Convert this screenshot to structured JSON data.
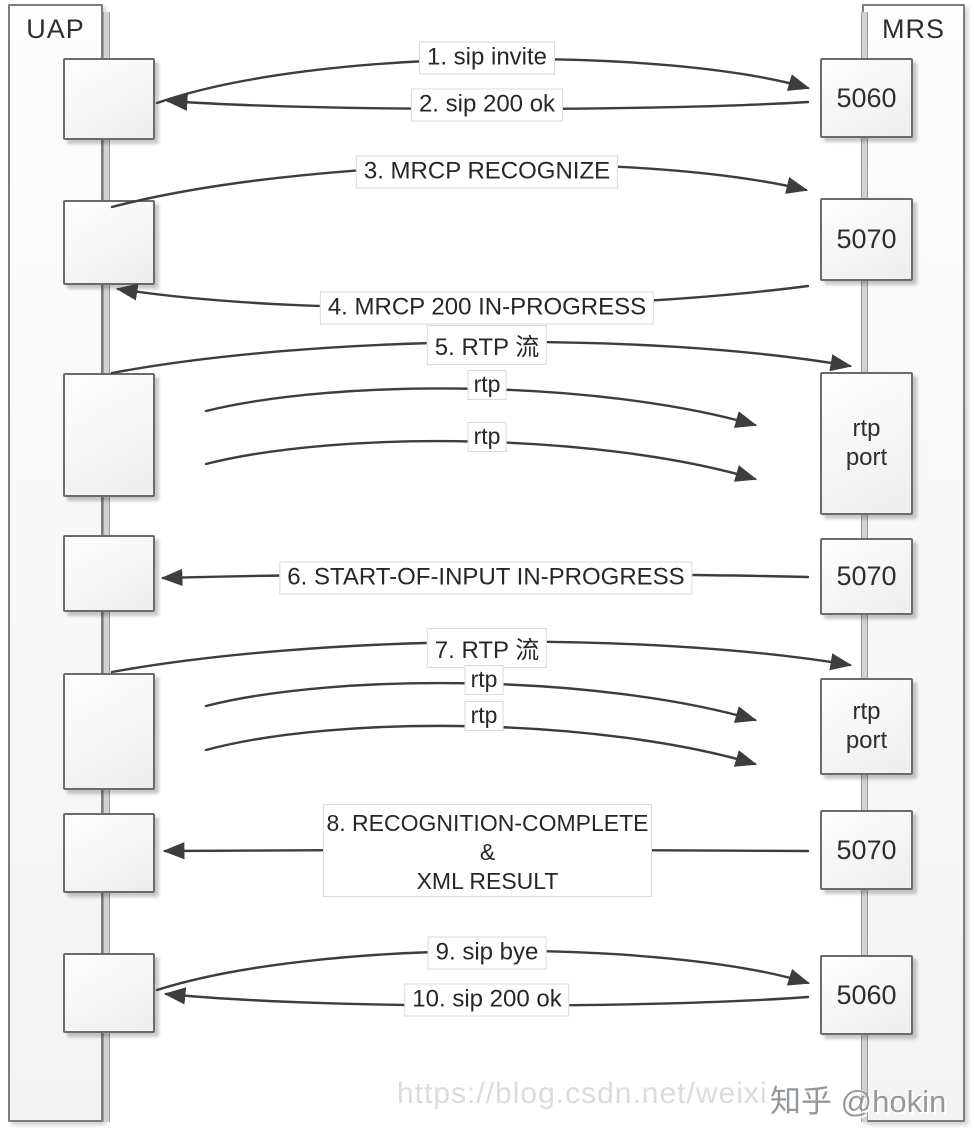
{
  "actors": [
    {
      "label": "UAP"
    },
    {
      "label": "MRS"
    }
  ],
  "ports": [
    {
      "label": "5060"
    },
    {
      "label": "5070"
    },
    {
      "lines": [
        "rtp",
        "port"
      ]
    },
    {
      "label": "5070"
    },
    {
      "lines": [
        "rtp",
        "port"
      ]
    },
    {
      "label": "5070"
    },
    {
      "label": "5060"
    }
  ],
  "messages": [
    {
      "label": "1. sip invite",
      "direction": "right"
    },
    {
      "label": "2. sip 200 ok",
      "direction": "left"
    },
    {
      "label": "3. MRCP RECOGNIZE",
      "direction": "right"
    },
    {
      "label": "4. MRCP 200 IN-PROGRESS",
      "direction": "left"
    },
    {
      "label": "5. RTP 流",
      "direction": "right"
    },
    {
      "label": "rtp",
      "direction": "right"
    },
    {
      "label": "rtp",
      "direction": "right"
    },
    {
      "label": "6. START-OF-INPUT IN-PROGRESS",
      "direction": "left"
    },
    {
      "label": "7. RTP 流",
      "direction": "right"
    },
    {
      "label": "rtp",
      "direction": "right"
    },
    {
      "label": "rtp",
      "direction": "right"
    },
    {
      "lines": [
        "8. RECOGNITION-COMPLETE",
        "&",
        "XML RESULT"
      ],
      "direction": "left"
    },
    {
      "label": "9. sip bye",
      "direction": "right"
    },
    {
      "label": "10. sip 200 ok",
      "direction": "left"
    }
  ],
  "watermark": {
    "csdn": "https://blog.csdn.net/weixi",
    "zhihu": "知乎 @hokin"
  },
  "colors": {
    "arrow": "#3d3d3d",
    "box_border": "#6b6b6b",
    "label_border": "#dadada",
    "watermark_csdn": "#dcdcdc",
    "watermark_zhihu": "#93989d"
  }
}
